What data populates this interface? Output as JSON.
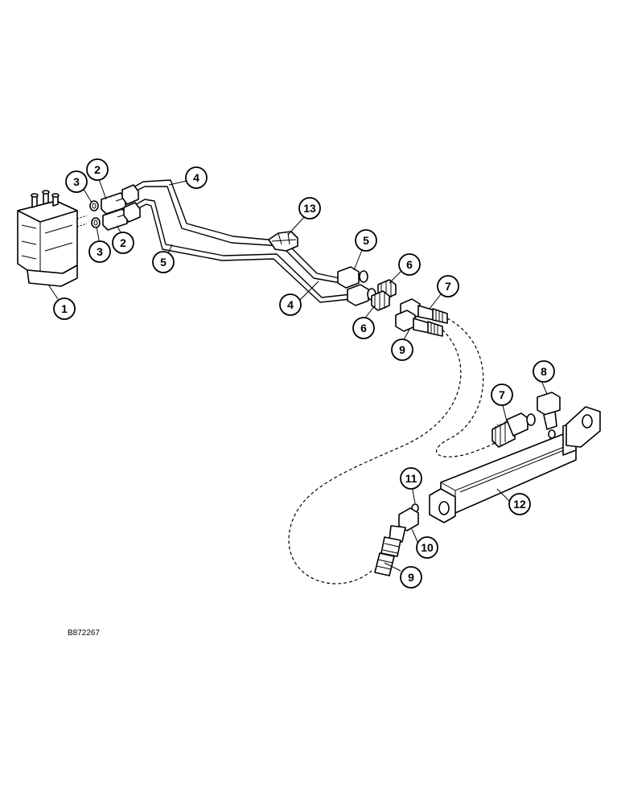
{
  "figure_id": "B872267",
  "callouts": {
    "c1": "1",
    "c2a": "2",
    "c2b": "2",
    "c3a": "3",
    "c3b": "3",
    "c4a": "4",
    "c4b": "4",
    "c5a": "5",
    "c5b": "5",
    "c6a": "6",
    "c6b": "6",
    "c7a": "7",
    "c7b": "7",
    "c8": "8",
    "c9a": "9",
    "c9b": "9",
    "c10": "10",
    "c11": "11",
    "c12": "12",
    "c13": "13"
  }
}
